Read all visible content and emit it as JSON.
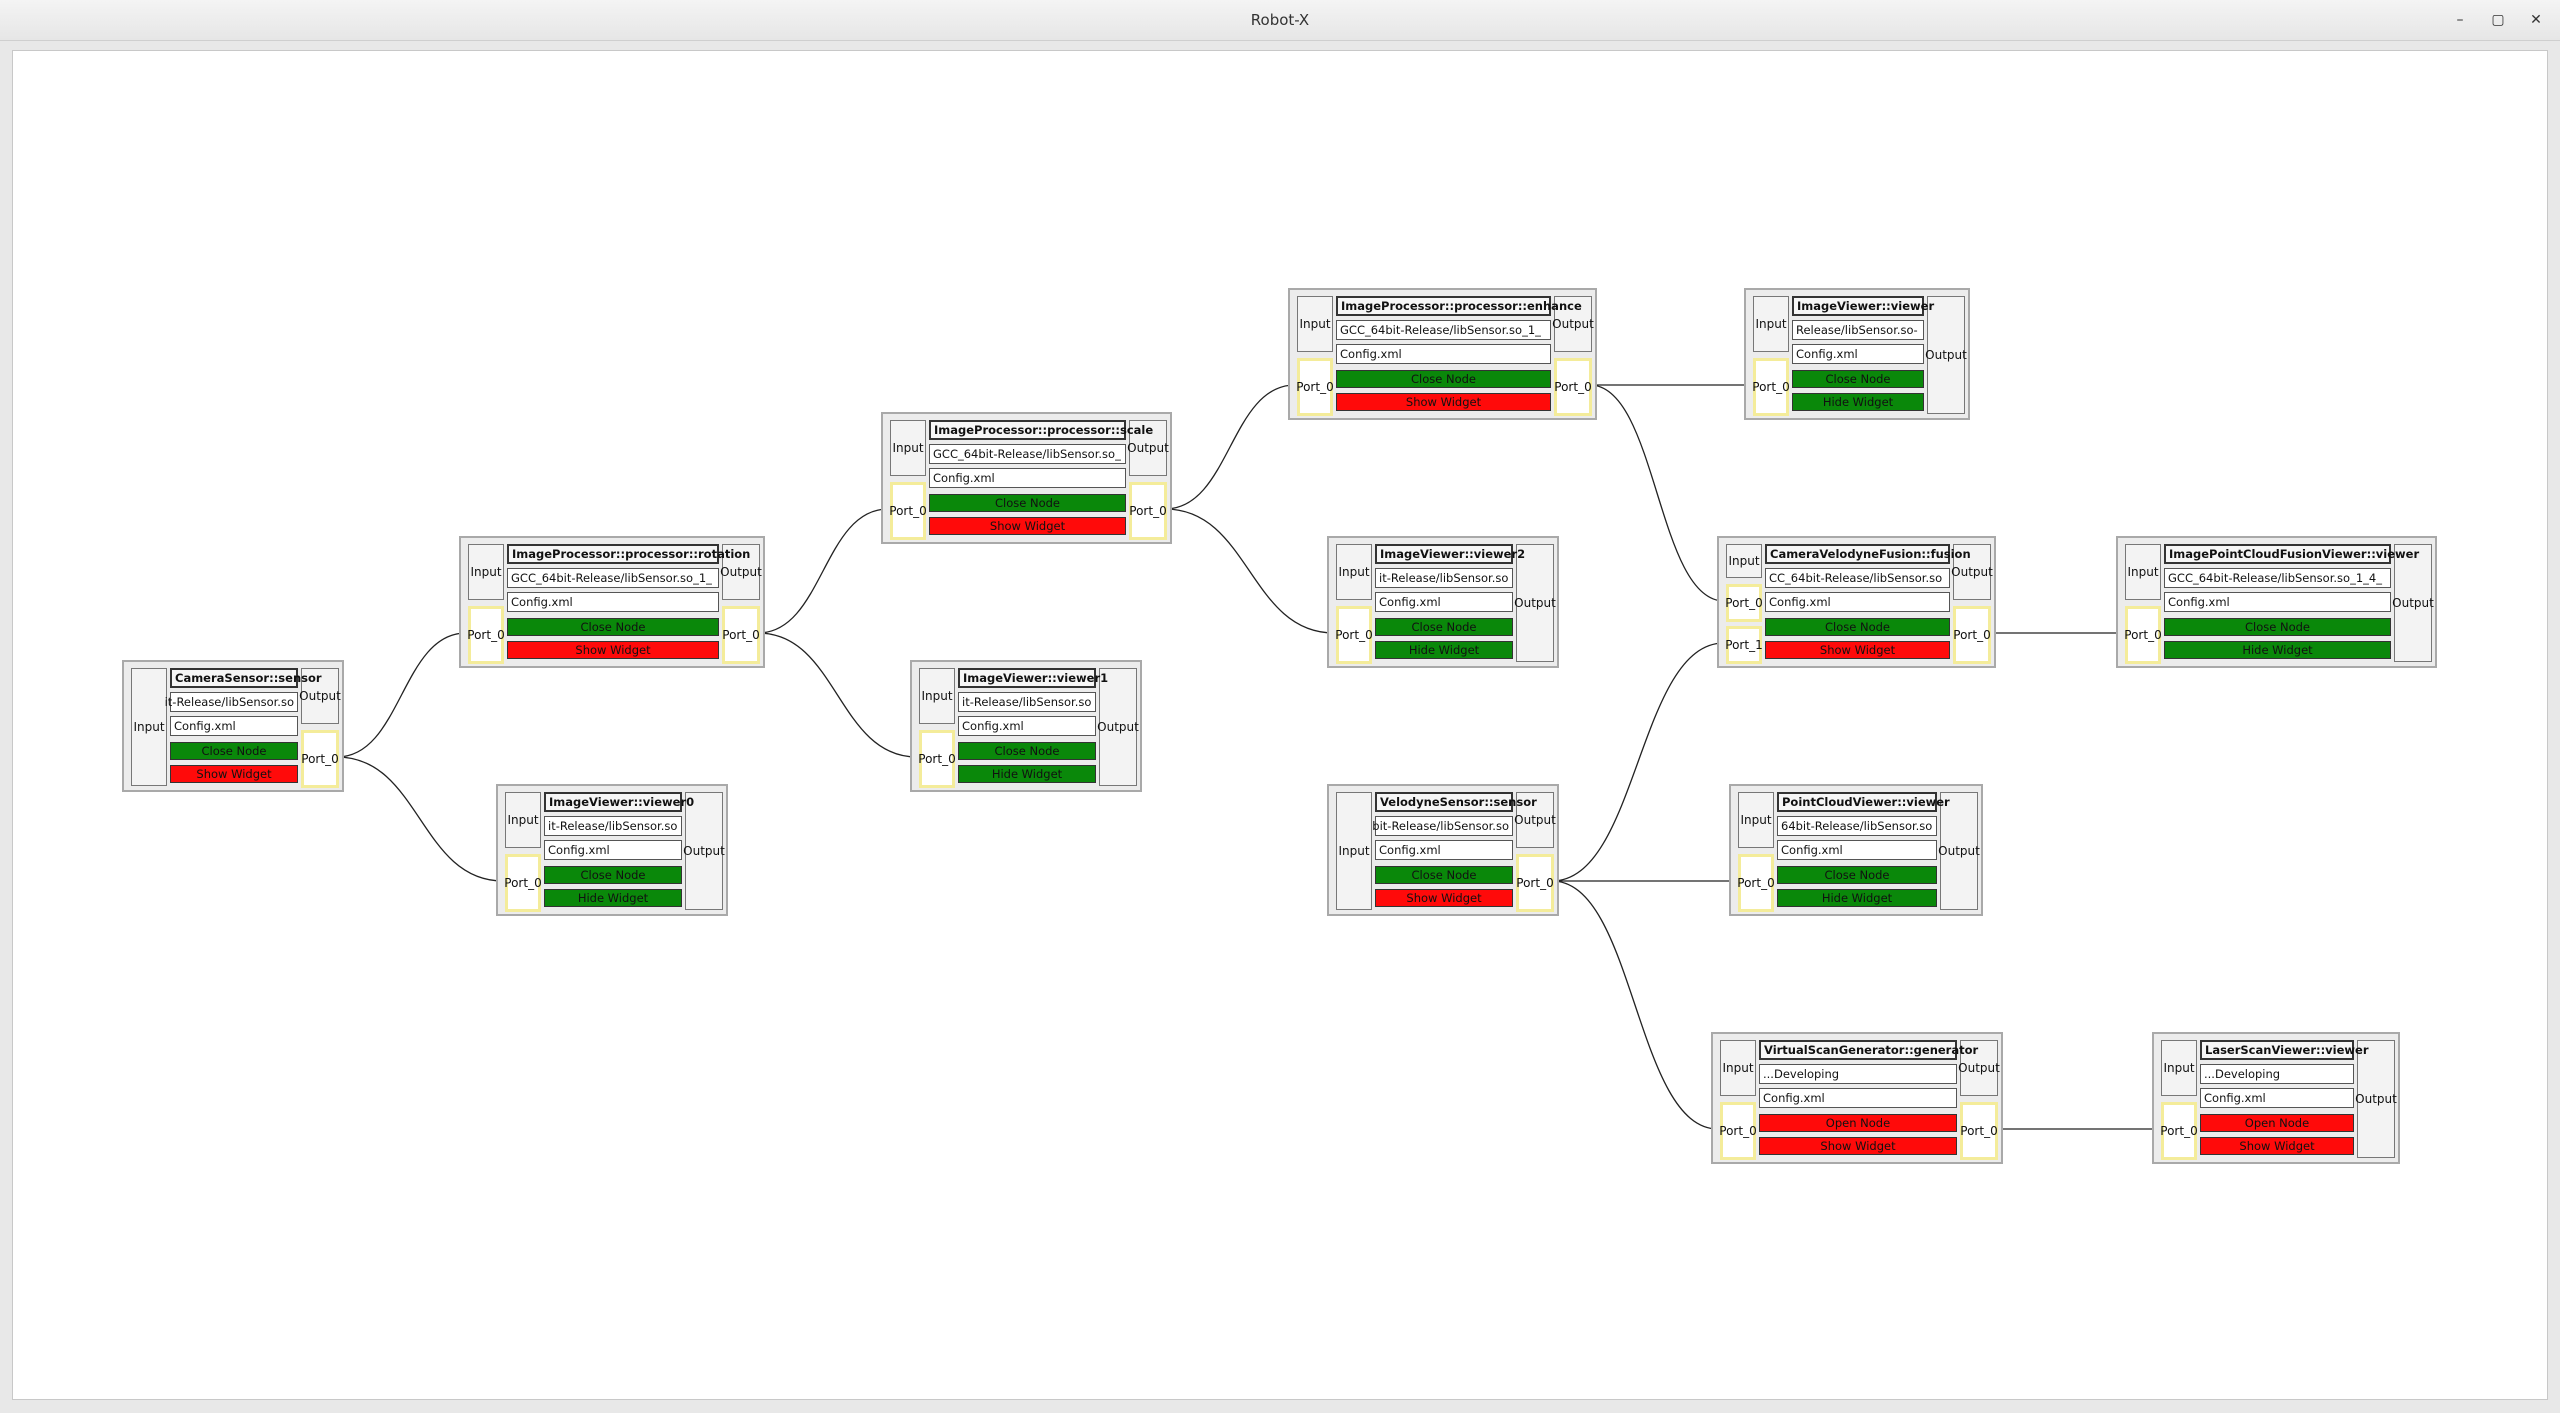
{
  "window": {
    "title": "Robot-X",
    "minimize": "–",
    "maximize": "▢",
    "close": "✕"
  },
  "colors": {
    "green": "#0a880a",
    "red": "#ff0a0a",
    "port_border": "#f4ec9a"
  },
  "labels": {
    "input": "Input",
    "output": "Output"
  },
  "nodes": [
    {
      "name": "CameraSensor::sensor",
      "lib": "it-Release/libSensor.so",
      "config": "Config.xml",
      "button1": "Close Node",
      "button1_color": "green",
      "button2": "Show Widget",
      "button2_color": "red",
      "inputs": [],
      "outputs": [
        "Port_0"
      ]
    },
    {
      "name": "ImageProcessor::processor::rotation",
      "lib": "_1_GCC_64bit-Release/libSensor.so",
      "config": "Config.xml",
      "button1": "Close Node",
      "button1_color": "green",
      "button2": "Show Widget",
      "button2_color": "red",
      "inputs": [
        "Port_0"
      ],
      "outputs": [
        "Port_0"
      ]
    },
    {
      "name": "ImageViewer::viewer0",
      "lib": "it-Release/libSensor.so",
      "config": "Config.xml",
      "button1": "Close Node",
      "button1_color": "green",
      "button2": "Hide Widget",
      "button2_color": "green",
      "inputs": [
        "Port_0"
      ],
      "outputs": []
    },
    {
      "name": "ImageProcessor::processor::scale",
      "lib": "_GCC_64bit-Release/libSensor.so",
      "config": "Config.xml",
      "button1": "Close Node",
      "button1_color": "green",
      "button2": "Show Widget",
      "button2_color": "red",
      "inputs": [
        "Port_0"
      ],
      "outputs": [
        "Port_0"
      ]
    },
    {
      "name": "ImageViewer::viewer1",
      "lib": "it-Release/libSensor.so",
      "config": "Config.xml",
      "button1": "Close Node",
      "button1_color": "green",
      "button2": "Hide Widget",
      "button2_color": "green",
      "inputs": [
        "Port_0"
      ],
      "outputs": []
    },
    {
      "name": "ImageProcessor::processor::enhance",
      "lib": "_1_GCC_64bit-Release/libSensor.so",
      "config": "Config.xml",
      "button1": "Close Node",
      "button1_color": "green",
      "button2": "Show Widget",
      "button2_color": "red",
      "inputs": [
        "Port_0"
      ],
      "outputs": [
        "Port_0"
      ]
    },
    {
      "name": "ImageViewer::viewer2",
      "lib": "it-Release/libSensor.so",
      "config": "Config.xml",
      "button1": "Close Node",
      "button1_color": "green",
      "button2": "Hide Widget",
      "button2_color": "green",
      "inputs": [
        "Port_0"
      ],
      "outputs": []
    },
    {
      "name": "VelodyneSensor::sensor",
      "lib": "bit-Release/libSensor.so",
      "config": "Config.xml",
      "button1": "Close Node",
      "button1_color": "green",
      "button2": "Show Widget",
      "button2_color": "red",
      "inputs": [],
      "outputs": [
        "Port_0"
      ]
    },
    {
      "name": "ImageViewer::viewer",
      "lib": "-Release/libSensor.so",
      "config": "Config.xml",
      "button1": "Close Node",
      "button1_color": "green",
      "button2": "Hide Widget",
      "button2_color": "green",
      "inputs": [
        "Port_0"
      ],
      "outputs": []
    },
    {
      "name": "CameraVelodyneFusion::fusion",
      "lib": "CC_64bit-Release/libSensor.so",
      "config": "Config.xml",
      "button1": "Close Node",
      "button1_color": "green",
      "button2": "Show Widget",
      "button2_color": "red",
      "inputs": [
        "Port_0",
        "Port_1"
      ],
      "outputs": [
        "Port_0"
      ]
    },
    {
      "name": "PointCloudViewer::viewer",
      "lib": "64bit-Release/libSensor.so",
      "config": "Config.xml",
      "button1": "Close Node",
      "button1_color": "green",
      "button2": "Hide Widget",
      "button2_color": "green",
      "inputs": [
        "Port_0"
      ],
      "outputs": []
    },
    {
      "name": "VirtualScanGenerator::generator",
      "lib": "Developing...",
      "config": "Config.xml",
      "button1": "Open Node",
      "button1_color": "red",
      "button2": "Show Widget",
      "button2_color": "red",
      "inputs": [
        "Port_0"
      ],
      "outputs": [
        "Port_0"
      ]
    },
    {
      "name": "ImagePointCloudFusionViewer::viewer",
      "lib": "_4_1_GCC_64bit-Release/libSensor.so",
      "config": "Config.xml",
      "button1": "Close Node",
      "button1_color": "green",
      "button2": "Hide Widget",
      "button2_color": "green",
      "inputs": [
        "Port_0"
      ],
      "outputs": []
    },
    {
      "name": "LaserScanViewer::viewer",
      "lib": "Developing...",
      "config": "Config.xml",
      "button1": "Open Node",
      "button1_color": "red",
      "button2": "Show Widget",
      "button2_color": "red",
      "inputs": [
        "Port_0"
      ],
      "outputs": []
    }
  ],
  "edges": [
    {
      "from": "CameraSensor::sensor",
      "to": "ImageProcessor::processor::rotation"
    },
    {
      "from": "CameraSensor::sensor",
      "to": "ImageViewer::viewer0"
    },
    {
      "from": "ImageProcessor::processor::rotation",
      "to": "ImageProcessor::processor::scale"
    },
    {
      "from": "ImageProcessor::processor::rotation",
      "to": "ImageViewer::viewer1"
    },
    {
      "from": "ImageProcessor::processor::scale",
      "to": "ImageProcessor::processor::enhance"
    },
    {
      "from": "ImageProcessor::processor::scale",
      "to": "ImageViewer::viewer2"
    },
    {
      "from": "ImageProcessor::processor::enhance",
      "to": "ImageViewer::viewer"
    },
    {
      "from": "ImageProcessor::processor::enhance",
      "to": "CameraVelodyneFusion::fusion"
    },
    {
      "from": "VelodyneSensor::sensor",
      "to": "CameraVelodyneFusion::fusion"
    },
    {
      "from": "VelodyneSensor::sensor",
      "to": "PointCloudViewer::viewer"
    },
    {
      "from": "VelodyneSensor::sensor",
      "to": "VirtualScanGenerator::generator"
    },
    {
      "from": "CameraVelodyneFusion::fusion",
      "to": "ImagePointCloudFusionViewer::viewer"
    },
    {
      "from": "VirtualScanGenerator::generator",
      "to": "LaserScanViewer::viewer"
    }
  ]
}
